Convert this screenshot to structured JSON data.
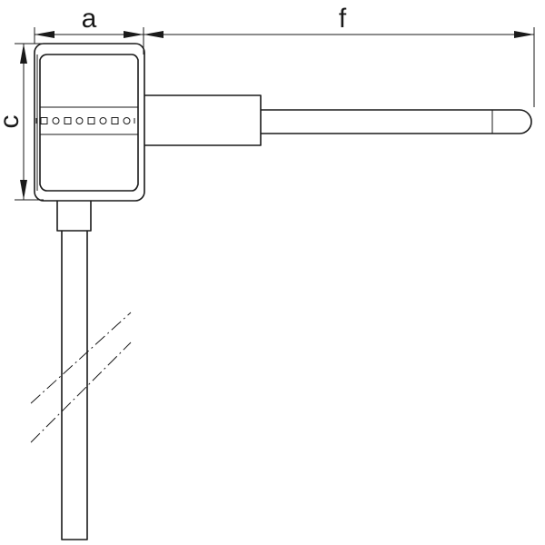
{
  "dimensions": {
    "a": "a",
    "f": "f",
    "c": "c"
  },
  "indicator_row": {
    "shapes": [
      "square",
      "circle",
      "square",
      "circle",
      "square",
      "circle",
      "square",
      "circle"
    ]
  },
  "colors": {
    "line": "#1a1a1a",
    "background": "#ffffff"
  }
}
